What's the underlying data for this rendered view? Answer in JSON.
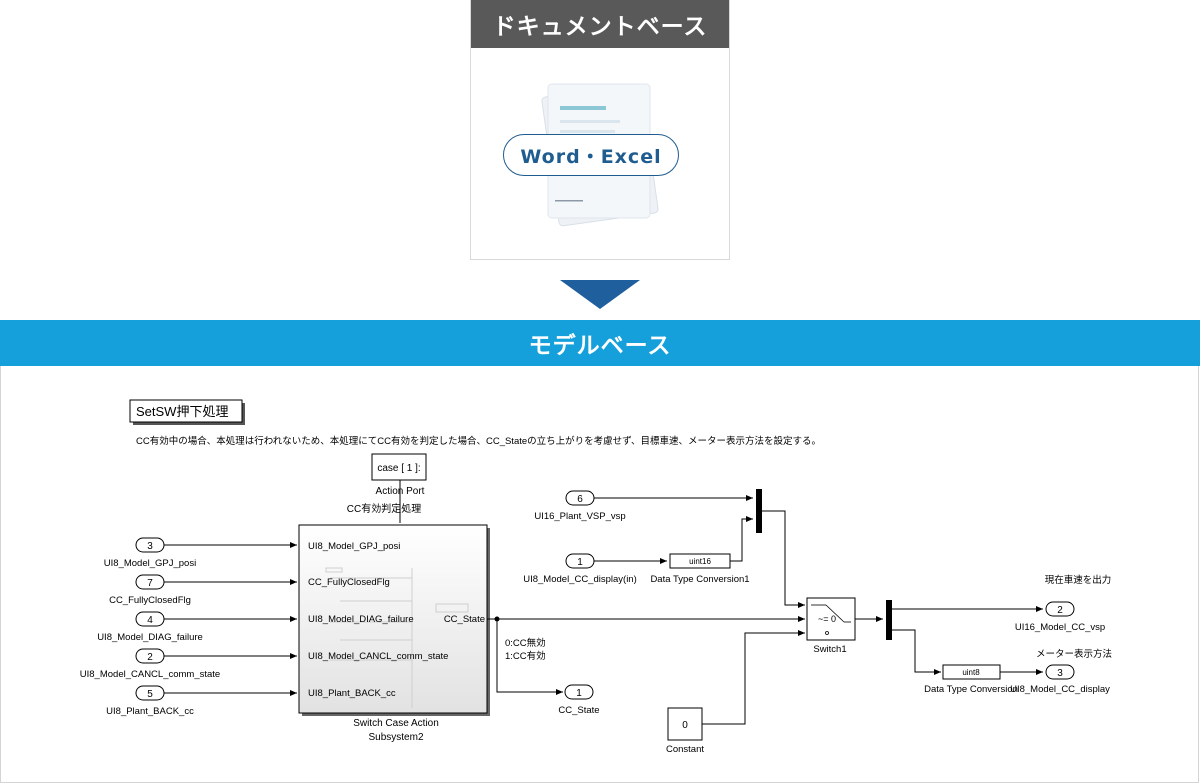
{
  "document_panel": {
    "header": "ドキュメントベース",
    "pill_label": "Word・Excel"
  },
  "model_panel": {
    "header": "モデルベース"
  },
  "diagram": {
    "title": "SetSW押下処理",
    "description": "CC有効中の場合、本処理は行われないため、本処理にてCC有効を判定した場合、CC_Stateの立ち上がりを考慮せず、目標車速、メーター表示方法を設定する。",
    "action_port": {
      "block_text": "case [ 1 ]:",
      "label": "Action Port"
    },
    "subsystem": {
      "title": "CC有効判定処理",
      "label_line1": "Switch Case Action",
      "label_line2": "Subsystem2",
      "inputs": [
        "UI8_Model_GPJ_posi",
        "CC_FullyClosedFlg",
        "UI8_Model_DIAG_failure",
        "UI8_Model_CANCL_comm_state",
        "UI8_Plant_BACK_cc"
      ],
      "output": "CC_State"
    },
    "inports": [
      {
        "num": "3",
        "label": "UI8_Model_GPJ_posi"
      },
      {
        "num": "7",
        "label": "CC_FullyClosedFlg"
      },
      {
        "num": "4",
        "label": "UI8_Model_DIAG_failure"
      },
      {
        "num": "2",
        "label": "UI8_Model_CANCL_comm_state"
      },
      {
        "num": "5",
        "label": "UI8_Plant_BACK_cc"
      },
      {
        "num": "6",
        "label": "UI16_Plant_VSP_vsp"
      },
      {
        "num": "1",
        "label": "UI8_Model_CC_display(in)"
      }
    ],
    "outports": [
      {
        "num": "1",
        "label": "CC_State"
      },
      {
        "num": "2",
        "label": "UI16_Model_CC_vsp"
      },
      {
        "num": "3",
        "label": "UI8_Model_CC_display"
      }
    ],
    "conv1": {
      "type": "uint16",
      "label": "Data Type Conversion1"
    },
    "conv2": {
      "type": "uint8",
      "label": "Data Type Conversion"
    },
    "constant": {
      "value": "0",
      "label": "Constant"
    },
    "switch": {
      "threshold": "~= 0",
      "label": "Switch1"
    },
    "annotation_cc": [
      "0:CC無効",
      "1:CC有効"
    ],
    "note_speed": "現在車速を出力",
    "note_meter": "メーター表示方法"
  }
}
